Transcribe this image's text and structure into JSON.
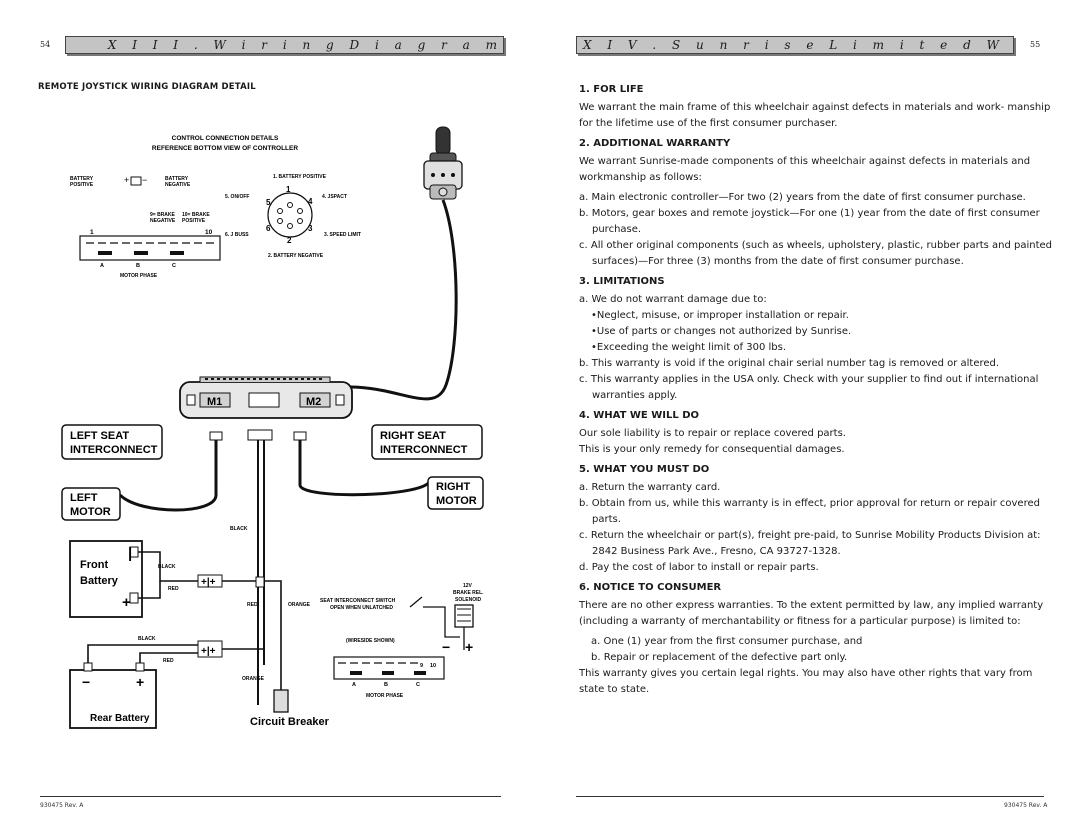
{
  "left_page": {
    "page_number": "54",
    "header": "X I I I . W i r i n g D i a g r a m",
    "section_title": "REMOTE JOYSTICK WIRING DIAGRAM DETAIL",
    "footer": "930475 Rev. A",
    "diagram": {
      "control_title_1": "CONTROL CONNECTION DETAILS",
      "control_title_2": "REFERENCE BOTTOM VIEW OF CONTROLLER",
      "battery_positive": "BATTERY POSITIVE",
      "battery_negative": "BATTERY NEGATIVE",
      "brake_negative": "9= BRAKE NEGATIVE",
      "brake_positive": "10= BRAKE POSITIVE",
      "pin_1": "1",
      "pin_10": "10",
      "phase_a": "A",
      "phase_b": "B",
      "phase_c": "C",
      "motor_phase": "MOTOR PHASE",
      "pin_labels": {
        "battery_positive": "1. BATTERY POSITIVE",
        "jspact": "4. JSPACT",
        "on_off": "5. ON/OFF",
        "j_buss": "6. J BUSS",
        "speed_limit": "3. SPEED LIMIT",
        "battery_negative": "2. BATTERY NEGATIVE"
      },
      "connector_numbers": [
        "1",
        "4",
        "3",
        "2",
        "6",
        "5"
      ],
      "m1": "M1",
      "m2": "M2",
      "left_seat_1": "LEFT SEAT",
      "left_seat_2": "INTERCONNECT",
      "right_seat_1": "RIGHT SEAT",
      "right_seat_2": "INTERCONNECT",
      "left_motor_1": "LEFT",
      "left_motor_2": "MOTOR",
      "right_motor_1": "RIGHT",
      "right_motor_2": "MOTOR",
      "black": "BLACK",
      "red": "RED",
      "orange": "ORANGE",
      "front_battery_1": "Front",
      "front_battery_2": "Battery",
      "rear_battery": "Rear Battery",
      "circuit_breaker": "Circuit Breaker",
      "v12": "12V",
      "brake_rel_1": "BRAKE REL.",
      "brake_rel_2": "SOLENOID",
      "seat_switch_1": "SEAT INTERCONNECT SWITCH",
      "seat_switch_2": "OPEN WHEN UNLATCHED",
      "wireside": "(WIRESIDE SHOWN)",
      "pin_9": "9",
      "minus": "−",
      "plus": "+",
      "minus_short": "−",
      "dash": "—"
    }
  },
  "right_page": {
    "page_number": "55",
    "header": "X I V . S u n r i s e L i m i t e d W a r r a n t y",
    "footer": "930475 Rev. A",
    "sections": {
      "s1_title": "1. FOR LIFE",
      "s1_p": "We warrant the main frame of this wheelchair against defects in materials and work- manship for the lifetime use of the first consumer purchaser.",
      "s2_title": "2. ADDITIONAL WARRANTY",
      "s2_p": "We warrant Sunrise-made components of this wheelchair against defects in materials and workmanship as follows:",
      "s2_a": "a. Main electronic controller—For two (2) years from the date of first consumer purchase.",
      "s2_b": "b. Motors, gear boxes and remote joystick—For one (1) year from the date of first consumer purchase.",
      "s2_c": "c. All other original components (such as wheels, upholstery, plastic, rubber parts and painted surfaces)—For three (3) months from the date of first consumer purchase.",
      "s3_title": "3. LIMITATIONS",
      "s3_a": "a. We do not warrant damage due to:",
      "s3_b1": "•Neglect, misuse, or improper installation or repair.",
      "s3_b2": "•Use of parts or changes not authorized by Sunrise.",
      "s3_b3": "•Exceeding the weight limit of 300 lbs.",
      "s3_b": "b. This warranty is void if the original chair serial number tag is removed or altered.",
      "s3_c": "c. This warranty applies in the USA only. Check with your supplier to find out if international warranties apply.",
      "s4_title": "4. WHAT WE WILL DO",
      "s4_p1": "Our sole liability is to repair or replace covered parts.",
      "s4_p2": "This is your only remedy for consequential damages.",
      "s5_title": "5. WHAT YOU MUST DO",
      "s5_a": "a. Return the warranty card.",
      "s5_b": "b. Obtain from us, while this warranty is in effect, prior approval for return or repair covered parts.",
      "s5_c": "c. Return the wheelchair or part(s), freight pre-paid, to Sunrise Mobility Products Division at: 2842 Business Park Ave., Fresno, CA 93727-1328.",
      "s5_d": "d. Pay the cost of labor to install or repair parts.",
      "s6_title": "6. NOTICE TO CONSUMER",
      "s6_p": "There are no other express warranties. To the extent permitted by law, any implied warranty (including a warranty of merchantability or fitness for a particular purpose) is limited to:",
      "s6_a": "a. One (1) year from the first consumer purchase, and",
      "s6_b": "b. Repair or replacement of the defective part only.",
      "s6_p2": "This warranty gives you certain legal rights. You may also have other rights that vary from state to state."
    }
  }
}
